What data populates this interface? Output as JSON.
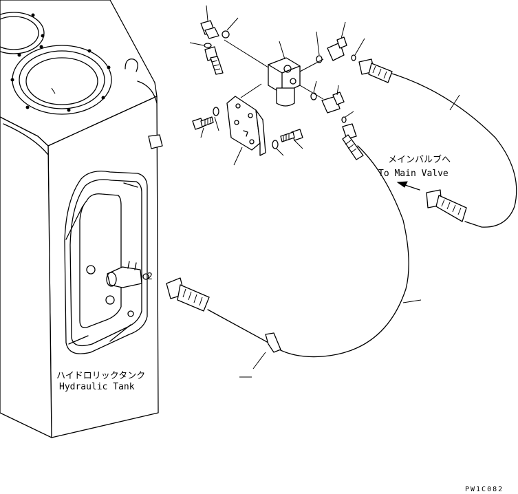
{
  "labels": {
    "main_valve_jp": "メインバルブへ",
    "main_valve_en": "To Main Valve",
    "tank_jp": "ハイドロリックタンク",
    "tank_en": "Hydraulic Tank",
    "drawing_code": "PW1C082"
  }
}
